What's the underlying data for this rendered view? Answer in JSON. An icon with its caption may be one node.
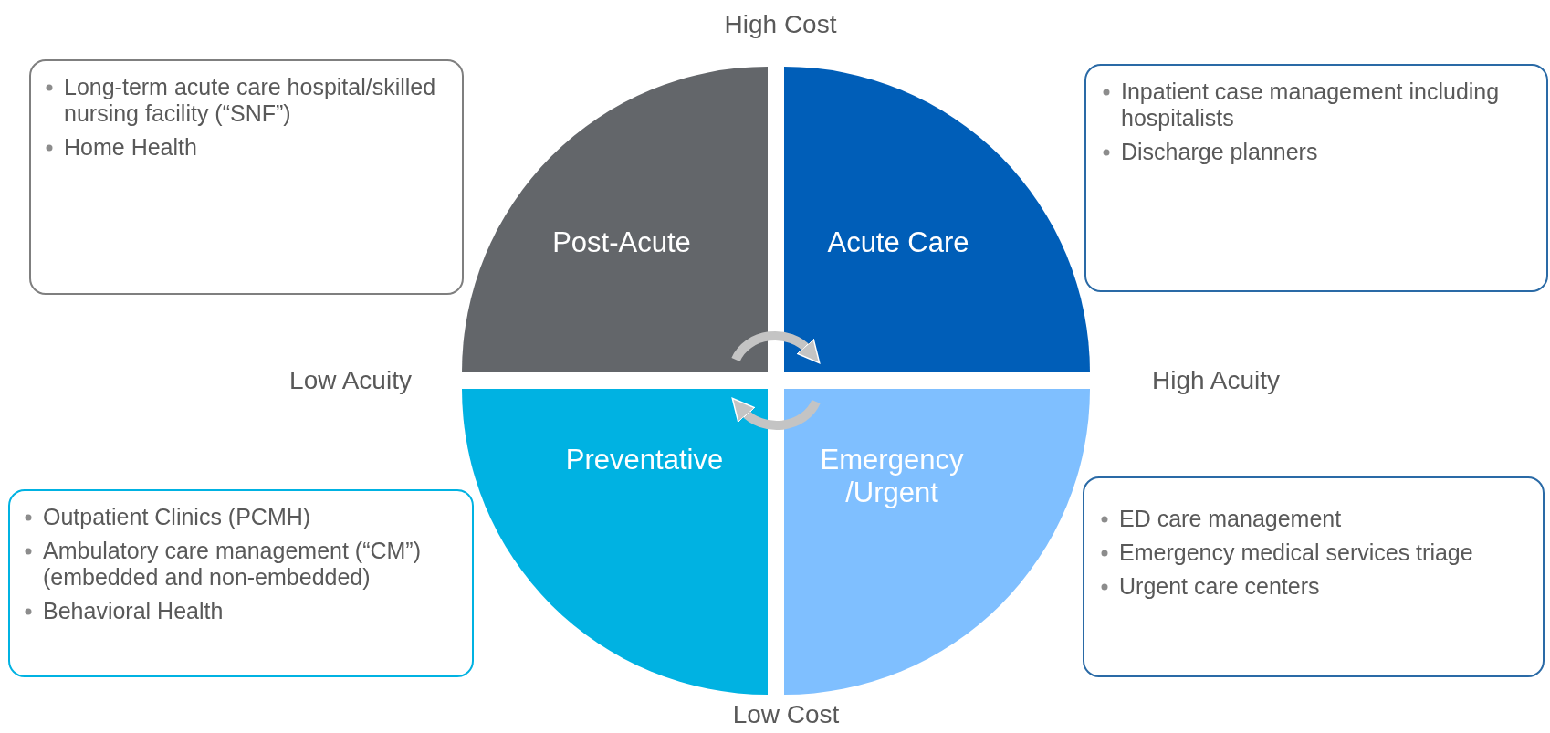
{
  "diagram": {
    "nodes": [
      {
        "text": [
          "Post-Acute"
        ]
      },
      {
        "text": [
          "Acute Care"
        ]
      },
      {
        "text": [
          "Preventative"
        ]
      },
      {
        "text": [
          "Emergency /Urgent"
        ]
      },
      {
        "text": [
          "Long-term acute care hospital/skilled nursing facility (“SNF”)",
          "Home Health"
        ]
      },
      {
        "text": [
          "Inpatient case management including hospitalists",
          "Discharge planners"
        ]
      },
      {
        "text": [
          "Outpatient Clinics (PCMH)",
          "Ambulatory care management (“CM”) (embedded and non-embedded)",
          "Behavioral Health"
        ]
      },
      {
        "text": [
          "ED care management",
          "Emergency medical services triage",
          "Urgent care centers"
        ]
      }
    ],
    "edges": [
      {
        "from": 0,
        "to": 1,
        "arrow": "to"
      },
      {
        "from": 3,
        "to": 2,
        "arrow": "to"
      }
    ],
    "labels": [
      "High Cost",
      "Low Acuity",
      "High Acuity",
      "Low Cost"
    ]
  }
}
